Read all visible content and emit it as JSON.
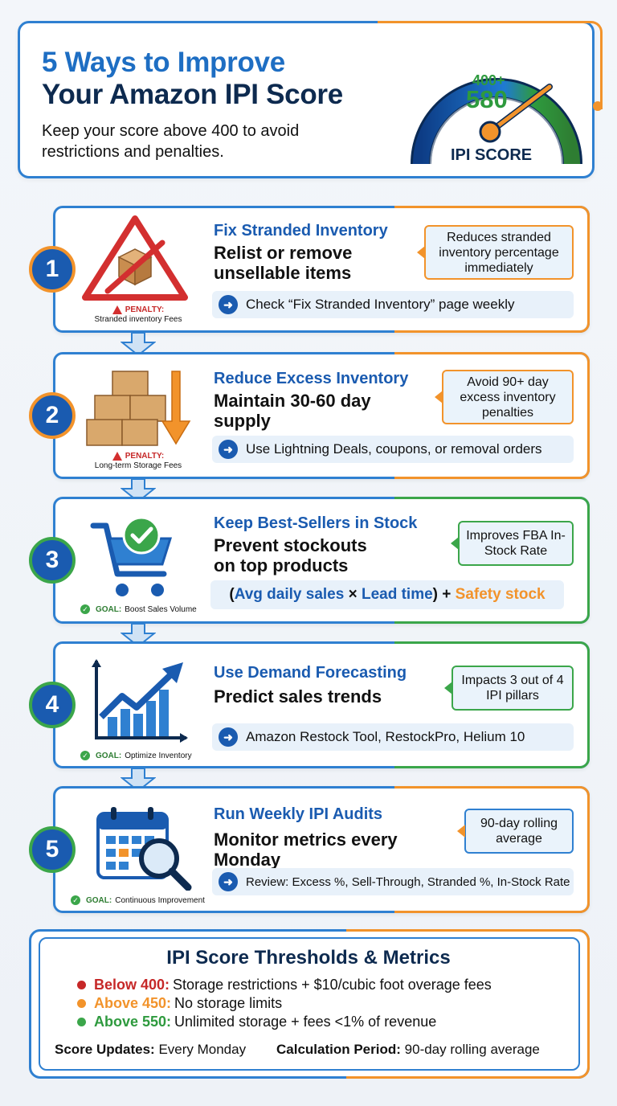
{
  "header": {
    "title_line1": "5 Ways to Improve",
    "title_line2": "Your Amazon IPI Score",
    "subtitle": "Keep your score above 400 to avoid restrictions and penalties.",
    "gauge": {
      "threshold": "400+",
      "score": "580",
      "label": "IPI SCORE"
    }
  },
  "steps": [
    {
      "number": "1",
      "heading": "Fix Stranded Inventory",
      "subheading": "Relist or remove unsellable items",
      "callout": "Reduces stranded inventory percentage immediately",
      "tip": "Check “Fix Stranded Inventory” page weekly",
      "tag_label": "PENALTY:",
      "tag_text": "Stranded inventory Fees",
      "icon": "warning-box-icon"
    },
    {
      "number": "2",
      "heading": "Reduce Excess Inventory",
      "subheading": "Maintain 30-60 day supply",
      "callout": "Avoid 90+ day excess inventory penalties",
      "tip": "Use Lightning Deals, coupons, or removal orders",
      "tag_label": "PENALTY:",
      "tag_text": "Long-term Storage Fees",
      "icon": "boxes-down-arrow-icon"
    },
    {
      "number": "3",
      "heading": "Keep Best-Sellers in Stock",
      "subheading": "Prevent stockouts on top products",
      "callout": "Improves FBA In-Stock Rate",
      "formula": {
        "open": "(",
        "a": "Avg daily sales",
        "times": " × ",
        "b": "Lead time",
        "close_plus": ") + ",
        "c": "Safety stock"
      },
      "tag_label": "GOAL:",
      "tag_text": "Boost Sales Volume",
      "icon": "cart-check-icon"
    },
    {
      "number": "4",
      "heading": "Use Demand Forecasting",
      "subheading": "Predict sales trends",
      "callout": "Impacts 3 out of 4 IPI pillars",
      "tip": "Amazon Restock Tool, RestockPro, Helium 10",
      "tag_label": "GOAL:",
      "tag_text": "Optimize Inventory",
      "icon": "trend-chart-icon"
    },
    {
      "number": "5",
      "heading": "Run Weekly IPI Audits",
      "subheading": "Monitor metrics every Monday",
      "callout": "90-day rolling average",
      "tip": "Review: Excess %, Sell-Through, Stranded %, In-Stock Rate",
      "tag_label": "GOAL:",
      "tag_text": "Continuous Improvement",
      "icon": "calendar-search-icon"
    }
  ],
  "footer": {
    "title": "IPI Score Thresholds & Metrics",
    "rows": [
      {
        "key": "Below 400:",
        "text": "Storage restrictions + $10/cubic foot overage fees",
        "color": "#c62828"
      },
      {
        "key": "Above 450:",
        "text": "No storage limits",
        "color": "#f2932b"
      },
      {
        "key": "Above 550:",
        "text": "Unlimited storage + fees <1% of revenue",
        "color": "#3ba64a"
      }
    ],
    "updates_key": "Score Updates:",
    "updates_val": "Every Monday",
    "period_key": "Calculation Period:",
    "period_val": "90-day rolling average"
  },
  "colors": {
    "brand_blue": "#1a5bb0",
    "accent_orange": "#f2932b",
    "accent_green": "#3ba64a",
    "penalty_red": "#c62828"
  }
}
